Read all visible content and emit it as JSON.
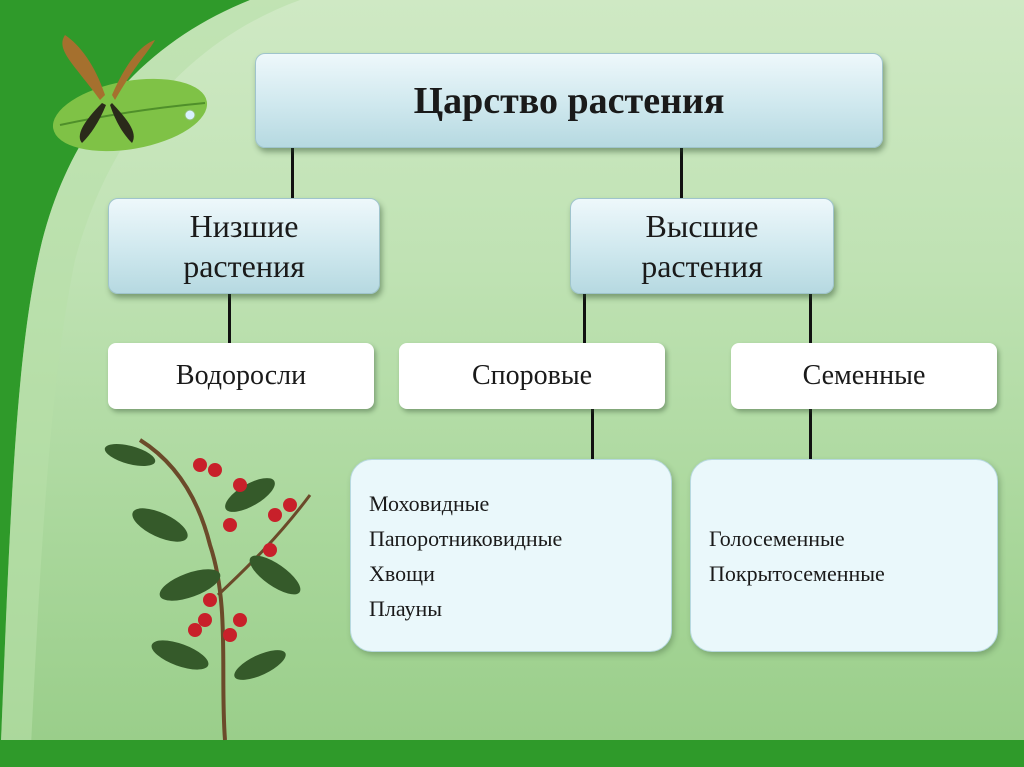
{
  "title": "Царство растения",
  "lower_plants": {
    "line1": "Низшие",
    "line2": "растения"
  },
  "higher_plants": {
    "line1": "Высшие",
    "line2": "растения"
  },
  "algae": "Водоросли",
  "spore": "Споровые",
  "seed": "Семенные",
  "spore_list": [
    "Моховидные",
    "Папоротниковидные",
    "Хвощи",
    "Плауны"
  ],
  "seed_list": [
    "Голосеменные",
    "Покрытосеменные"
  ],
  "colors": {
    "frame_green": "#2f9a2a",
    "box_blue": "#cfe8ee",
    "connector": "#111111"
  }
}
